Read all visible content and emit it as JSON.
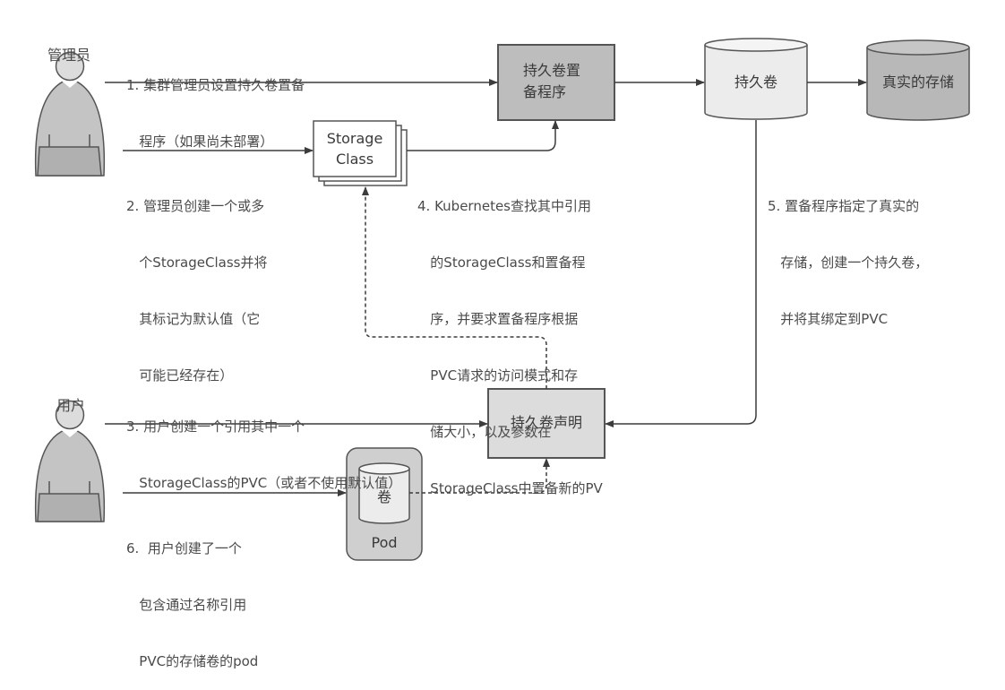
{
  "actors": {
    "admin": "管理员",
    "user": "用户"
  },
  "nodes": {
    "provisioner": [
      "持久卷置",
      "备程序"
    ],
    "persistent_volume": "持久卷",
    "real_storage": "真实的存储",
    "storage_class": [
      "Storage",
      "Class"
    ],
    "pvc": "持久卷声明",
    "pod_volume": "卷",
    "pod": "Pod"
  },
  "steps": {
    "step1": [
      "1. 集群管理员设置持久卷置备",
      "   程序（如果尚未部署）"
    ],
    "step2": [
      "2. 管理员创建一个或多",
      "   个StorageClass并将",
      "   其标记为默认值（它",
      "   可能已经存在）"
    ],
    "step3": [
      "3. 用户创建一个引用其中一个",
      "   StorageClass的PVC（或者不使用默认值）"
    ],
    "step4": [
      "4. Kubernetes查找其中引用",
      "   的StorageClass和置备程",
      "   序，并要求置备程序根据",
      "   PVC请求的访问模式和存",
      "   储大小，以及参数在",
      "   StorageClass中置备新的PV"
    ],
    "step5": [
      "5. 置备程序指定了真实的",
      "   存储，创建一个持久卷，",
      "   并将其绑定到PVC"
    ],
    "step6": [
      "6.  用户创建了一个",
      "   包含通过名称引用",
      "   PVC的存储卷的pod"
    ]
  },
  "colors": {
    "line": "#3c3c3c",
    "provisioner_fill": "#bdbdbd",
    "pv_fill": "#ececec",
    "storage_fill": "#b8b8b8",
    "pvc_fill": "#dcdcdc",
    "pod_fill": "#cfcfcf",
    "person_fill": "#c4c4c4"
  }
}
